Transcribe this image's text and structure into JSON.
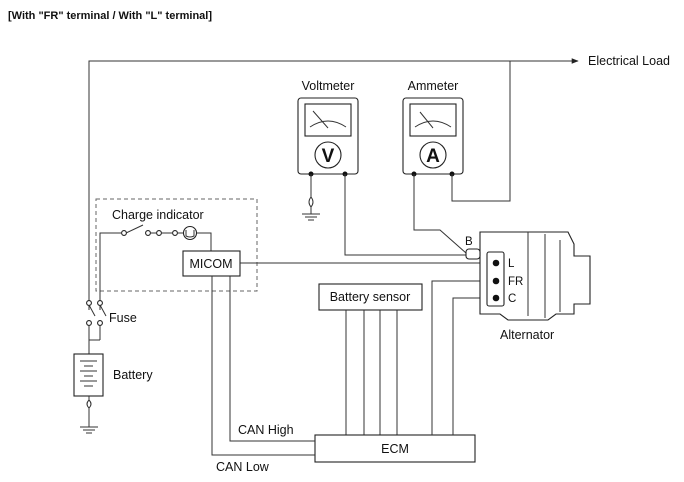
{
  "title": "[With \"FR\" terminal / With \"L\" terminal]",
  "labels": {
    "electrical_load": "Electrical Load",
    "voltmeter": "Voltmeter",
    "ammeter": "Ammeter",
    "voltmeter_symbol": "V",
    "ammeter_symbol": "A",
    "charge_indicator": "Charge indicator",
    "micom": "MICOM",
    "fuse": "Fuse",
    "battery": "Battery",
    "battery_sensor": "Battery sensor",
    "alternator": "Alternator",
    "terminal_b": "B",
    "terminal_l": "L",
    "terminal_fr": "FR",
    "terminal_c": "C",
    "can_high": "CAN High",
    "can_low": "CAN Low",
    "ecm": "ECM"
  },
  "icons": {
    "ground": "ground-icon",
    "lamp": "lamp-icon",
    "switch": "switch-icon",
    "arrow": "arrow-right-icon"
  }
}
